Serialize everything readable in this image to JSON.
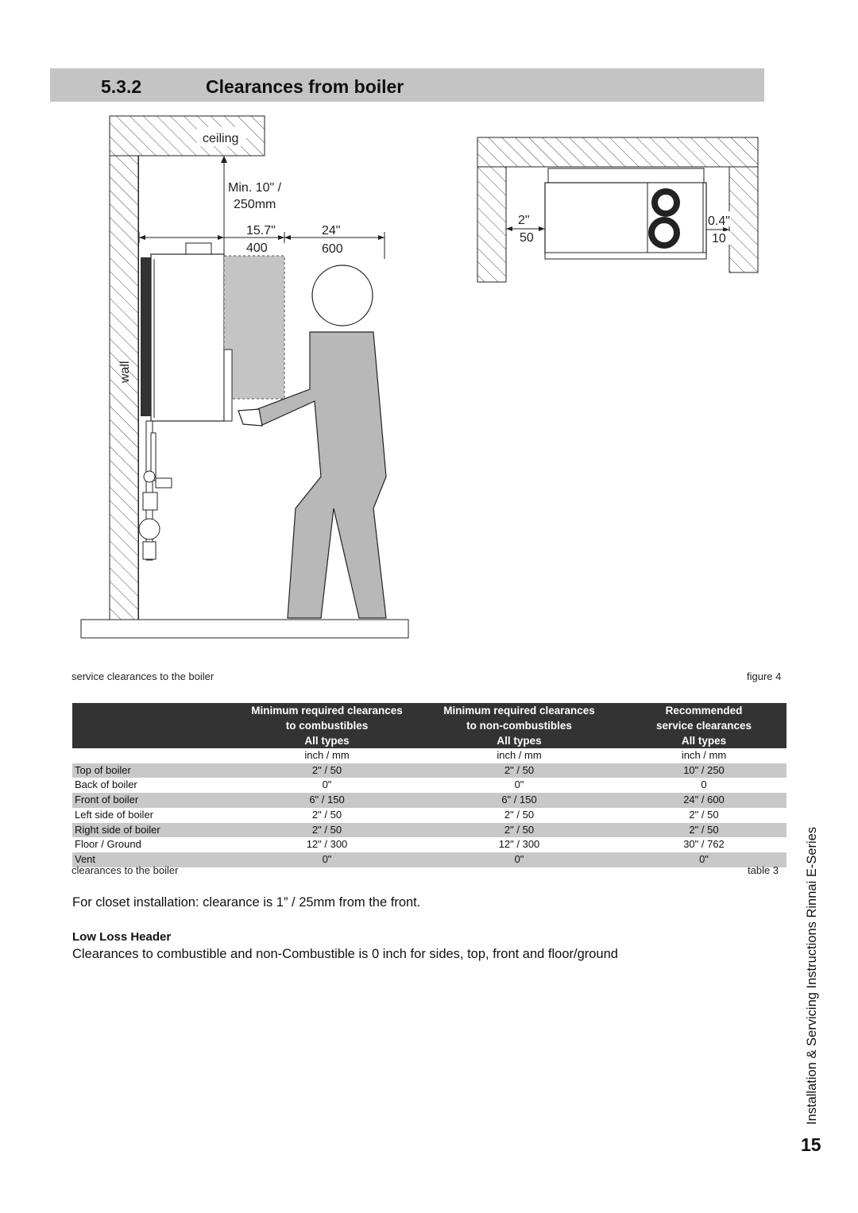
{
  "section": {
    "number": "5.3.2",
    "title": "Clearances from boiler"
  },
  "figure": {
    "labels": {
      "ceiling": "ceiling",
      "wall": "wall",
      "min_top_in": "Min. 10\" /",
      "min_top_mm": "250mm",
      "dim_a_in": "15.7\"",
      "dim_a_mm": "400",
      "dim_b_in": "24\"",
      "dim_b_mm": "600",
      "left_gap_in": "2\"",
      "left_gap_mm": "50",
      "right_gap_in": "0.4\"",
      "right_gap_mm": "10"
    },
    "caption": "service clearances to the boiler",
    "ref": "figure 4"
  },
  "table": {
    "headers": [
      [
        "",
        "Minimum required clearances",
        "Minimum required clearances",
        "Recommended"
      ],
      [
        "",
        "to combustibles",
        "to non-combustibles",
        "service clearances"
      ],
      [
        "",
        "All types",
        "All types",
        "All types"
      ]
    ],
    "units": [
      "",
      "inch / mm",
      "inch / mm",
      "inch / mm"
    ],
    "rows": [
      [
        "Top of boiler",
        "2\" / 50",
        "2\" / 50",
        "10\" / 250"
      ],
      [
        "Back of boiler",
        "0\"",
        "0\"",
        "0"
      ],
      [
        "Front of boiler",
        "6\" / 150",
        "6\" / 150",
        "24\" / 600"
      ],
      [
        "Left side of boiler",
        "2\" / 50",
        "2\" / 50",
        "2\" / 50"
      ],
      [
        "Right side of boiler",
        "2\" / 50",
        "2\" / 50",
        "2\" / 50"
      ],
      [
        "Floor / Ground",
        "12\" / 300",
        "12\" / 300",
        "30\" / 762"
      ],
      [
        "Vent",
        "0\"",
        "0\"",
        "0\""
      ]
    ],
    "caption": "clearances to the boiler",
    "ref": "table 3"
  },
  "closet_note": "For closet installation: clearance is 1” / 25mm from the front.",
  "low_loss_header": {
    "heading": "Low  Loss Header",
    "text": "Clearances to combustible and non-Combustible is 0 inch for sides, top, front and floor/ground"
  },
  "side_title": "Installation & Servicing Instructions Rinnai E-Series",
  "page_number": "15"
}
